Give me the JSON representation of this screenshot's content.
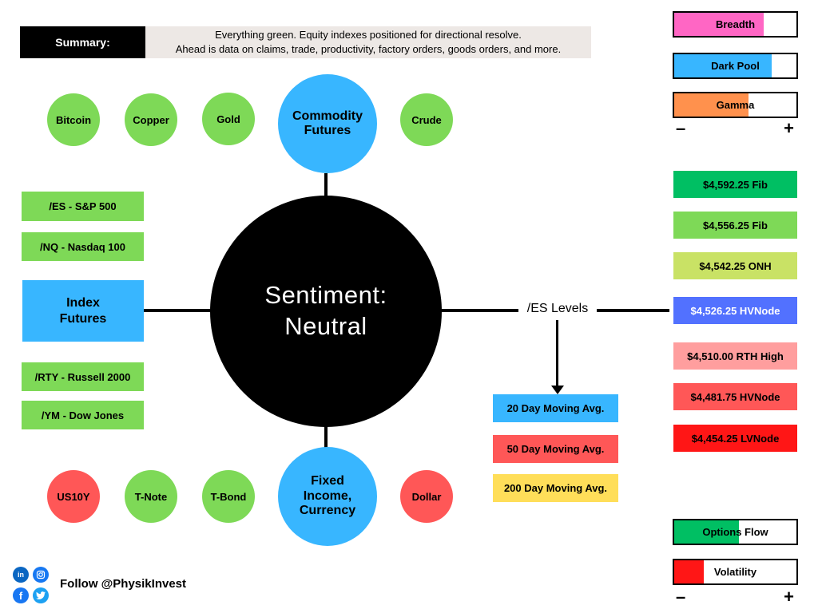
{
  "summary": {
    "label": "Summary:",
    "line1": "Everything green. Equity indexes positioned for directional resolve.",
    "line2": "Ahead is data on claims, trade, productivity, factory orders, goods orders, and more."
  },
  "center": {
    "lines": [
      "Sentiment:",
      "Neutral"
    ],
    "bg_color": "#000000",
    "text_color": "#FFFFFF"
  },
  "commodity": {
    "hub_lines": [
      "Commodity",
      "Futures"
    ],
    "hub_color": "#38B6FF",
    "items": [
      {
        "label": "Bitcoin",
        "color": "#7ED957"
      },
      {
        "label": "Copper",
        "color": "#7ED957"
      },
      {
        "label": "Gold",
        "color": "#7ED957"
      },
      {
        "label": "Crude",
        "color": "#7ED957"
      }
    ]
  },
  "index_futures": {
    "hub_lines": [
      "Index",
      "Futures"
    ],
    "hub_color": "#38B6FF",
    "item_color": "#7ED957",
    "items_above": [
      "/ES - S&P 500",
      "/NQ - Nasdaq 100"
    ],
    "items_below": [
      "/RTY - Russell 2000",
      "/YM - Dow Jones"
    ]
  },
  "fixed_income": {
    "hub_lines": [
      "Fixed",
      "Income,",
      "Currency"
    ],
    "hub_color": "#38B6FF",
    "items": [
      {
        "label": "US10Y",
        "color": "#FF5757"
      },
      {
        "label": "T-Note",
        "color": "#7ED957"
      },
      {
        "label": "T-Bond",
        "color": "#7ED957"
      },
      {
        "label": "Dollar",
        "color": "#FF5757"
      }
    ]
  },
  "es_levels": {
    "label": "/ES Levels",
    "moving_averages": [
      {
        "label": "20 Day Moving Avg.",
        "color": "#38B6FF"
      },
      {
        "label": "50 Day Moving Avg.",
        "color": "#FF5757"
      },
      {
        "label": "200 Day Moving Avg.",
        "color": "#FFDE59"
      }
    ]
  },
  "gauges_top": [
    {
      "label": "Breadth",
      "color": "#FF66C4",
      "fill_pct": 73
    },
    {
      "label": "Dark Pool",
      "color": "#38B6FF",
      "fill_pct": 80
    },
    {
      "label": "Gamma",
      "color": "#FF914D",
      "fill_pct": 61
    }
  ],
  "gauges_bottom": [
    {
      "label": "Options Flow",
      "color": "#00BF63",
      "fill_pct": 53
    },
    {
      "label": "Volatility",
      "color": "#FF1616",
      "fill_pct": 24
    }
  ],
  "gauge_scale": {
    "minus": "–",
    "plus": "+"
  },
  "price_levels": [
    {
      "label": "$4,592.25 Fib",
      "color": "#00BF63",
      "text_color": "#000000"
    },
    {
      "label": "$4,556.25 Fib",
      "color": "#7ED957",
      "text_color": "#000000"
    },
    {
      "label": "$4,542.25 ONH",
      "color": "#C9E265",
      "text_color": "#000000"
    },
    {
      "label": "$4,526.25 HVNode",
      "color": "#5271FF",
      "text_color": "#FFFFFF"
    },
    {
      "label": "$4,510.00 RTH High",
      "color": "#FF9E9E",
      "text_color": "#000000"
    },
    {
      "label": "$4,481.75 HVNode",
      "color": "#FF5757",
      "text_color": "#000000"
    },
    {
      "label": "$4,454.25 LVNode",
      "color": "#FF1616",
      "text_color": "#000000"
    }
  ],
  "footer": {
    "follow_text": "Follow @PhysikInvest"
  }
}
